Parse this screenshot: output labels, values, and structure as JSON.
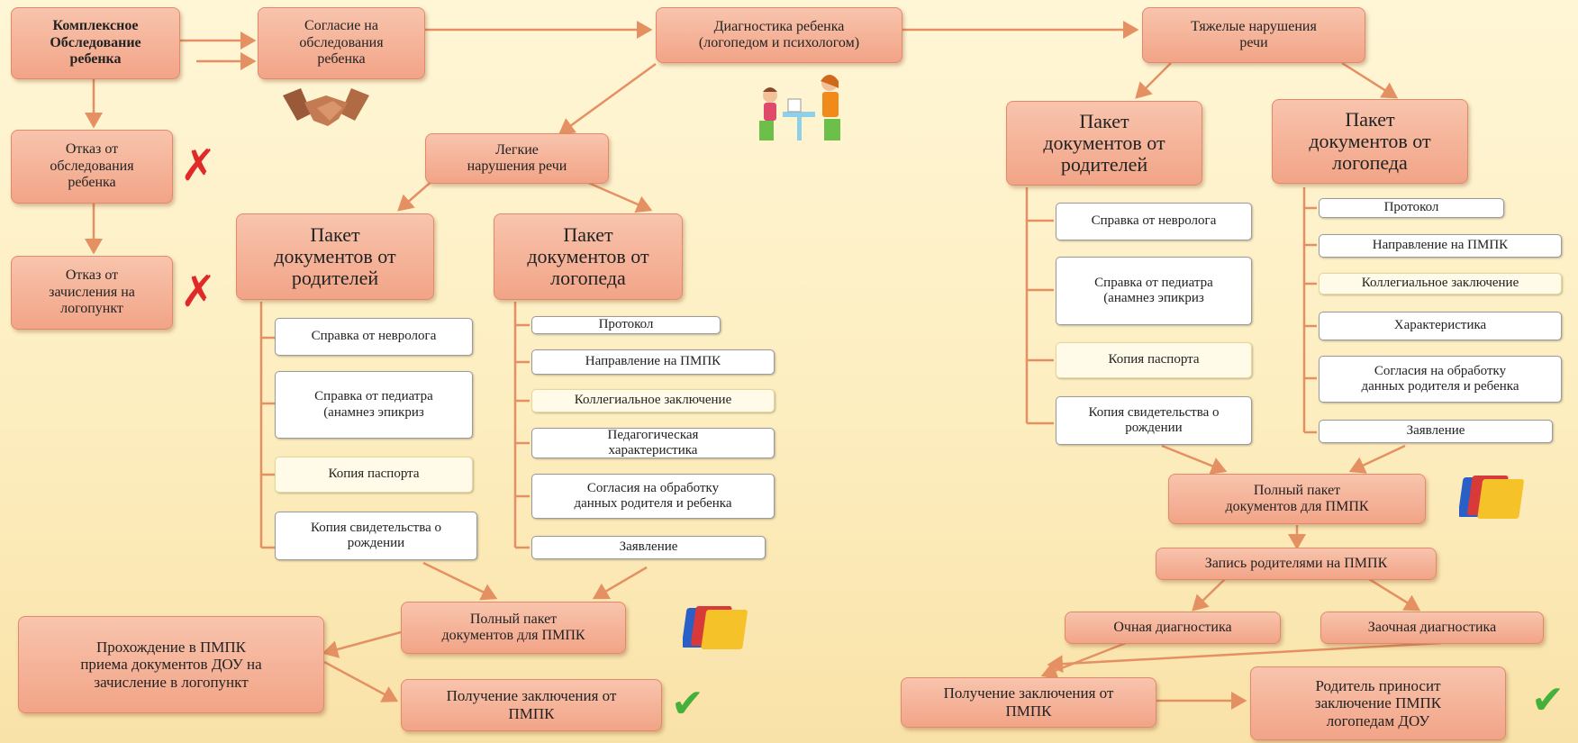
{
  "colors": {
    "node": "#f4ac90",
    "arrow": "#e59062",
    "cross": "#e02a2a",
    "check": "#45b03a"
  },
  "icons": [
    "handshake-icon",
    "speech-therapist-icon",
    "folders-icon",
    "cross-icon",
    "check-icon"
  ],
  "nodes": {
    "examination": "Комплексное\nОбследование\nребенка",
    "consent": "Согласие на\nобследования\nребенка",
    "diagnostics": "Диагностика ребенка\n(логопедом и психологом)",
    "severe": "Тяжелые нарушения\nречи",
    "refuse_exam": "Отказ от\nобследования\nребенка",
    "refuse_enroll": "Отказ от\nзачисления на\nлогопункт",
    "mild": "Легкие\nнарушения речи"
  },
  "mild_branch": {
    "parents_pkg": "Пакет\nдокументов от\nродителей",
    "logo_pkg": "Пакет\nдокументов от\nлогопеда",
    "parents_docs": [
      "Справка от невролога",
      "Справка от педиатра\n(анамнез эпикриз",
      "Копия паспорта",
      "Копия свидетельства о\nрождении"
    ],
    "logo_docs": [
      "Протокол",
      "Направление на ПМПК",
      "Коллегиальное заключение",
      "Педагогическая\nхарактеристика",
      "Согласия на обработку\nданных родителя и ребенка",
      "Заявление"
    ],
    "full_pkg": "Полный пакет\nдокументов для ПМПК",
    "pass_pmpk": "Прохождение в ПМПК\nприема документов  ДОУ на\nзачисление в логопункт",
    "get_conclusion": "Получение заключения от\nПМПК"
  },
  "severe_branch": {
    "parents_pkg": "Пакет\nдокументов от\nродителей",
    "logo_pkg": "Пакет\nдокументов от\nлогопеда",
    "parents_docs": [
      "Справка от невролога",
      "Справка от педиатра\n(анамнез эпикриз",
      "Копия паспорта",
      "Копия свидетельства о\nрождении"
    ],
    "logo_docs": [
      "Протокол",
      "Направление на ПМПК",
      "Коллегиальное заключение",
      "Характеристика",
      "Согласия на обработку\nданных родителя и ребенка",
      "Заявление"
    ],
    "full_pkg": "Полный пакет\nдокументов для ПМПК",
    "registration": "Запись родителями на ПМПК",
    "in_person": "Очная диагностика",
    "remote": "Заочная диагностика",
    "get_conclusion": "Получение заключения от\nПМПК",
    "parent_brings": "Родитель приносит\nзаключение ПМПК\nлогопедам ДОУ"
  }
}
